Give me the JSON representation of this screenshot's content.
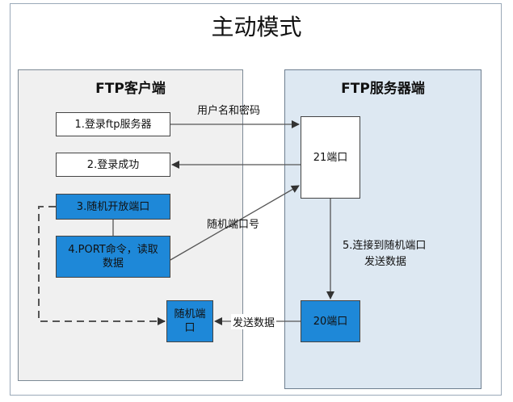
{
  "title": "主动模式",
  "client": {
    "title": "FTP客户端",
    "steps": [
      "1.登录ftp服务器",
      "2.登录成功",
      "3.随机开放端口",
      "4.PORT命令，读取数据"
    ],
    "random_port": "随机端口"
  },
  "server": {
    "title": "FTP服务器端",
    "port21": "21端口",
    "port20": "20端口"
  },
  "labels": {
    "user_pass": "用户名和密码",
    "random_port_no": "随机端口号",
    "connect_send": "5.连接到随机端口\n发送数据",
    "connect_line1": "5.连接到随机端口",
    "connect_line2": "发送数据",
    "send_data": "发送数据"
  }
}
